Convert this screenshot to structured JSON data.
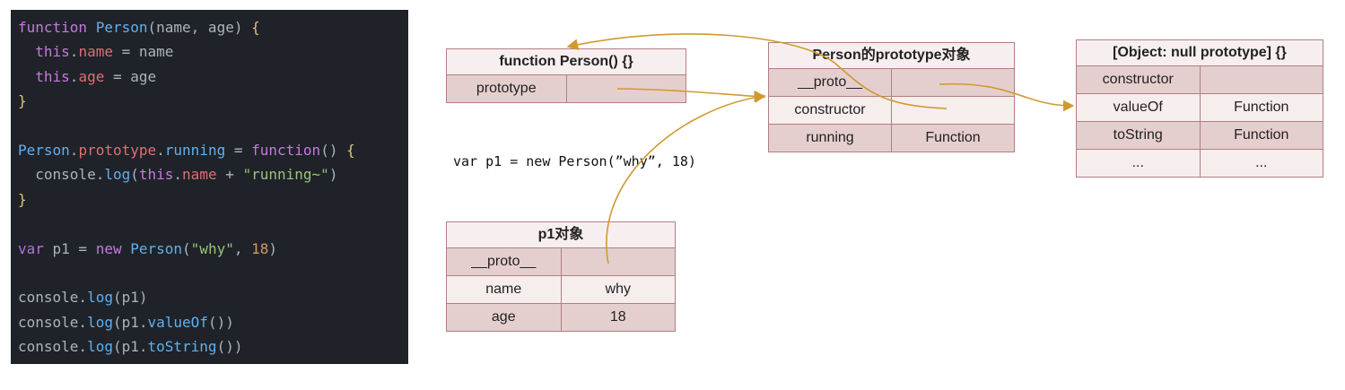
{
  "code": [
    [
      [
        "function ",
        "kw"
      ],
      [
        "Person",
        "fn"
      ],
      [
        "(name, age) ",
        "pl"
      ],
      [
        "{",
        "br"
      ]
    ],
    [
      [
        "  ",
        "pl"
      ],
      [
        "this",
        "kw"
      ],
      [
        ".",
        "pl"
      ],
      [
        "name",
        "prop"
      ],
      [
        " = name",
        "pl"
      ]
    ],
    [
      [
        "  ",
        "pl"
      ],
      [
        "this",
        "kw"
      ],
      [
        ".",
        "pl"
      ],
      [
        "age",
        "prop"
      ],
      [
        " = age",
        "pl"
      ]
    ],
    [
      [
        "}",
        "br"
      ]
    ],
    [
      [
        "",
        "pl"
      ]
    ],
    [
      [
        "Person",
        "fn"
      ],
      [
        ".",
        "pl"
      ],
      [
        "prototype",
        "prop"
      ],
      [
        ".",
        "pl"
      ],
      [
        "running",
        "fn"
      ],
      [
        " = ",
        "pl"
      ],
      [
        "function",
        "kw"
      ],
      [
        "() ",
        "pl"
      ],
      [
        "{",
        "br"
      ]
    ],
    [
      [
        "  console.",
        "pl"
      ],
      [
        "log",
        "fn"
      ],
      [
        "(",
        "pl"
      ],
      [
        "this",
        "kw"
      ],
      [
        ".",
        "pl"
      ],
      [
        "name",
        "prop"
      ],
      [
        " + ",
        "pl"
      ],
      [
        "\"running~\"",
        "str"
      ],
      [
        ")",
        "pl"
      ]
    ],
    [
      [
        "}",
        "br"
      ]
    ],
    [
      [
        "",
        "pl"
      ]
    ],
    [
      [
        "var ",
        "kw2"
      ],
      [
        "p1 = ",
        "pl"
      ],
      [
        "new ",
        "kw"
      ],
      [
        "Person",
        "fn"
      ],
      [
        "(",
        "pl"
      ],
      [
        "\"why\"",
        "str"
      ],
      [
        ", ",
        "pl"
      ],
      [
        "18",
        "num"
      ],
      [
        ")",
        "pl"
      ]
    ],
    [
      [
        "",
        "pl"
      ]
    ],
    [
      [
        "console.",
        "pl"
      ],
      [
        "log",
        "fn"
      ],
      [
        "(p1)",
        "pl"
      ]
    ],
    [
      [
        "console.",
        "pl"
      ],
      [
        "log",
        "fn"
      ],
      [
        "(p1.",
        "pl"
      ],
      [
        "valueOf",
        "fn"
      ],
      [
        "())",
        "pl"
      ]
    ],
    [
      [
        "console.",
        "pl"
      ],
      [
        "log",
        "fn"
      ],
      [
        "(p1.",
        "pl"
      ],
      [
        "toString",
        "fn"
      ],
      [
        "())",
        "pl"
      ]
    ]
  ],
  "var_statement": "var p1 = new Person(”why”, 18)",
  "function_person": {
    "title": "function Person() {}",
    "rows": [
      [
        "prototype",
        ""
      ]
    ]
  },
  "person_prototype": {
    "title": "Person的prototype对象",
    "rows": [
      [
        "__proto__",
        ""
      ],
      [
        "constructor",
        ""
      ],
      [
        "running",
        "Function"
      ]
    ]
  },
  "null_prototype": {
    "title": "[Object: null prototype] {}",
    "rows": [
      [
        "constructor",
        ""
      ],
      [
        "valueOf",
        "Function"
      ],
      [
        "toString",
        "Function"
      ],
      [
        "...",
        "..."
      ]
    ]
  },
  "p1_object": {
    "title": "p1对象",
    "rows": [
      [
        "__proto__",
        ""
      ],
      [
        "name",
        "why"
      ],
      [
        "age",
        "18"
      ]
    ]
  },
  "colors": {
    "arrow": "#d19a2e",
    "table_border": "#b07e82",
    "code_bg": "#1f2329"
  }
}
